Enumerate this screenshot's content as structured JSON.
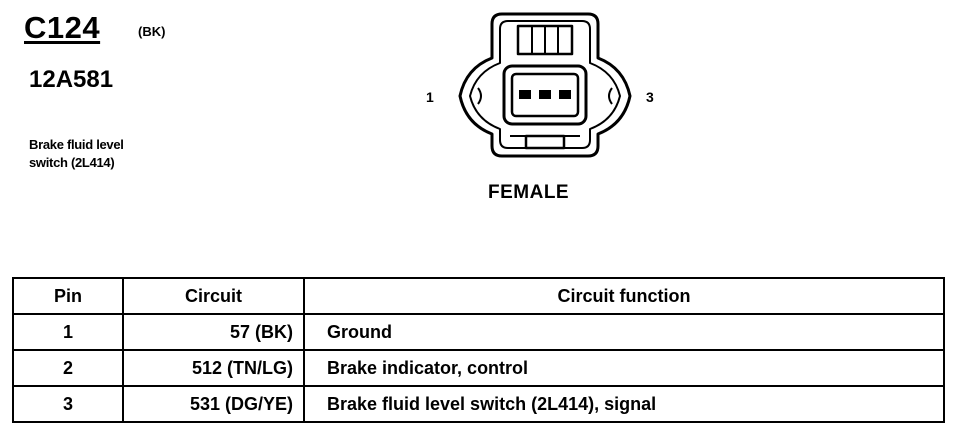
{
  "connector": {
    "id": "C124",
    "color_code": "(BK)",
    "part_number": "12A581",
    "description_line1": "Brake fluid level",
    "description_line2": "switch (2L414)"
  },
  "diagram": {
    "pin_left": "1",
    "pin_right": "3",
    "gender": "FEMALE"
  },
  "table": {
    "headers": {
      "pin": "Pin",
      "circuit": "Circuit",
      "function": "Circuit function"
    },
    "rows": [
      {
        "pin": "1",
        "circuit": "57 (BK)",
        "function": "Ground"
      },
      {
        "pin": "2",
        "circuit": "512 (TN/LG)",
        "function": "Brake indicator, control"
      },
      {
        "pin": "3",
        "circuit": "531 (DG/YE)",
        "function": "Brake fluid level switch (2L414), signal"
      }
    ]
  }
}
